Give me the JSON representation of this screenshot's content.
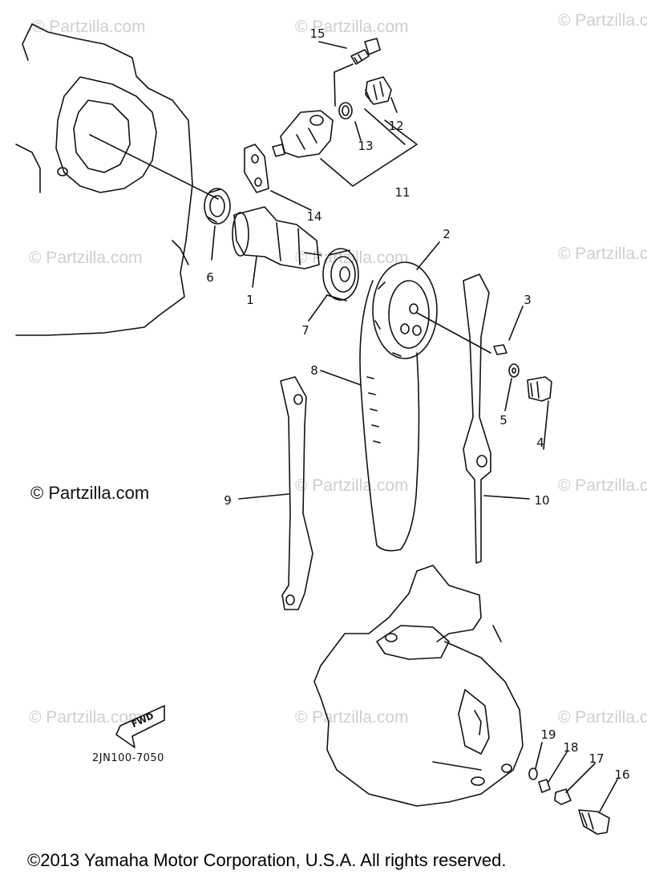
{
  "watermark": {
    "text": "© Partzilla.com",
    "highlight_text": "© Partzilla.com",
    "color_faint": "#cfcfcf",
    "color_strong": "#111111"
  },
  "callouts": [
    {
      "id": "1",
      "label": "1"
    },
    {
      "id": "2",
      "label": "2"
    },
    {
      "id": "3",
      "label": "3"
    },
    {
      "id": "4",
      "label": "4"
    },
    {
      "id": "5",
      "label": "5"
    },
    {
      "id": "6",
      "label": "6"
    },
    {
      "id": "7",
      "label": "7"
    },
    {
      "id": "8",
      "label": "8"
    },
    {
      "id": "9",
      "label": "9"
    },
    {
      "id": "10",
      "label": "10"
    },
    {
      "id": "11",
      "label": "11"
    },
    {
      "id": "12",
      "label": "12"
    },
    {
      "id": "13",
      "label": "13"
    },
    {
      "id": "14",
      "label": "14"
    },
    {
      "id": "15",
      "label": "15"
    },
    {
      "id": "16",
      "label": "16"
    },
    {
      "id": "17",
      "label": "17"
    },
    {
      "id": "18",
      "label": "18"
    },
    {
      "id": "19",
      "label": "19"
    }
  ],
  "fwd_label": "FWD",
  "diagram_code": "2JN100-7050",
  "copyright": "©2013  Yamaha Motor Corporation, U.S.A. All rights reserved."
}
